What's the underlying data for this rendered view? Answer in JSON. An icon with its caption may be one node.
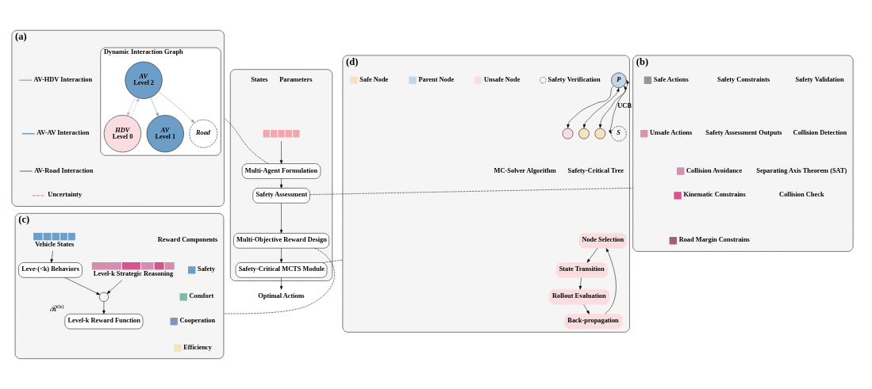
{
  "diagram": {
    "nodes": [
      {
        "text": [
          "(a)"
        ]
      },
      {
        "text": [
          "Dynamic Interaction Graph"
        ],
        "in": 0
      },
      {
        "text": [
          "AV",
          "Level 2"
        ],
        "in": 1
      },
      {
        "text": [
          "HDV",
          "Level 0"
        ],
        "in": 1
      },
      {
        "text": [
          "AV",
          "Level 1"
        ],
        "in": 1
      },
      {
        "text": [
          "Road"
        ],
        "in": 1
      },
      {
        "text": [],
        "shape": "box"
      },
      {
        "text": [],
        "shape": "bar",
        "in": 6
      },
      {
        "text": [
          "Multi-Agent Formulation"
        ],
        "in": 6
      },
      {
        "text": [
          "Safety Assessment"
        ],
        "in": 6
      },
      {
        "text": [
          "Multi-Objective Reward Design"
        ],
        "in": 6
      },
      {
        "text": [
          "Safety-Critical MCTS Module"
        ],
        "in": 6
      },
      {
        "text": [
          "Optimal Actions"
        ]
      },
      {
        "text": [
          "(b)"
        ]
      },
      {
        "text": [
          "(c)"
        ]
      },
      {
        "text": [
          "Level-k Reward Function"
        ],
        "beside": [
          "ℛ⁽ᵏ⁾"
        ],
        "in": 14
      },
      {
        "text": [],
        "shape": "circle",
        "in": 14
      },
      {
        "text": [
          "Leve-(<k) Behaviors"
        ],
        "in": 14
      },
      {
        "text": [],
        "shape": "bar",
        "beside": [
          "Vehicle States"
        ],
        "in": 14
      },
      {
        "text": [],
        "shape": "bar",
        "beside": [
          "Level-k Strategic Reasoning"
        ],
        "in": 14
      },
      {
        "text": [
          "(d)"
        ]
      },
      {
        "text": [
          "Node Selection"
        ],
        "in": 20
      },
      {
        "text": [
          "State Transition"
        ],
        "in": 20
      },
      {
        "text": [
          "Rollout Evaluation"
        ],
        "in": 20
      },
      {
        "text": [
          "Back-propagation"
        ],
        "in": 20
      },
      {
        "text": [
          "P"
        ],
        "in": 20
      },
      {
        "text": [
          "S"
        ],
        "in": 20
      },
      {
        "text": [],
        "shape": "circle",
        "in": 20
      },
      {
        "text": [],
        "shape": "circle",
        "in": 20
      },
      {
        "text": [],
        "shape": "circle",
        "in": 20
      }
    ],
    "edges": [
      {
        "from": 2,
        "to": 3,
        "arrow": "to",
        "color": "#c9a0c8"
      },
      {
        "from": 3,
        "to": 2,
        "arrow": "to",
        "style": "dashed",
        "color": "#c9a0c8"
      },
      {
        "from": 2,
        "to": 4,
        "arrow": "to",
        "color": "#6f9fc6"
      },
      {
        "from": 2,
        "to": 5,
        "arrow": "to",
        "color": "#8e9a96"
      },
      {
        "from": 7,
        "to": 8,
        "arrow": "to"
      },
      {
        "from": 8,
        "to": 9,
        "arrow": "to"
      },
      {
        "from": 9,
        "to": 10,
        "arrow": "to"
      },
      {
        "from": 10,
        "to": 11,
        "arrow": "to"
      },
      {
        "from": 11,
        "to": 12,
        "arrow": "to"
      },
      {
        "from": 8,
        "to": 0,
        "arrow": "none",
        "style": "dashed"
      },
      {
        "from": 9,
        "to": 13,
        "arrow": "none",
        "style": "dashed"
      },
      {
        "from": 10,
        "to": 14,
        "arrow": "none",
        "style": "dashed"
      },
      {
        "from": 11,
        "to": 20,
        "arrow": "none",
        "style": "dashed"
      },
      {
        "from": 18,
        "to": 17,
        "arrow": "to"
      },
      {
        "from": 17,
        "to": 16,
        "arrow": "to"
      },
      {
        "from": 19,
        "to": 16,
        "arrow": "to"
      },
      {
        "from": 16,
        "to": 15,
        "arrow": "to"
      },
      {
        "from": 21,
        "to": 22,
        "arrow": "to"
      },
      {
        "from": 22,
        "to": 23,
        "arrow": "to"
      },
      {
        "from": 23,
        "to": 24,
        "arrow": "to"
      },
      {
        "from": 24,
        "to": 21,
        "arrow": "to"
      },
      {
        "from": 25,
        "to": 26,
        "arrow": "both",
        "label": "UCB"
      },
      {
        "from": 25,
        "to": 27,
        "arrow": "to"
      },
      {
        "from": 25,
        "to": 28,
        "arrow": "both"
      },
      {
        "from": 25,
        "to": 29,
        "arrow": "both"
      }
    ],
    "labels": [
      "Parameters",
      "States",
      "Safety Validation",
      "Collision Detection",
      "Separating Axis Theorem (SAT)",
      "Collision Check",
      "Safety Constraints",
      "Safety Assessment Outputs",
      "Reward Components",
      "MC-Solver Algorithm",
      "Safety-Critical Tree"
    ],
    "legend": [
      {
        "text": "AV-HDV Interaction"
      },
      {
        "text": "AV-AV Interaction"
      },
      {
        "text": "AV-Road Interaction"
      },
      {
        "text": "Uncertainty"
      },
      {
        "text": "Safe Actions",
        "color": "#8e9a96"
      },
      {
        "text": "Unsafe Actions",
        "color": "#d795b0"
      },
      {
        "text": "Collision Avoidance",
        "color": "#d48fae"
      },
      {
        "text": "Kinematic Constrains",
        "color": "#d6558f"
      },
      {
        "text": "Road Margin Constrains",
        "color": "#a06078"
      },
      {
        "text": "Safety",
        "color": "#6d9ec8"
      },
      {
        "text": "Comfort",
        "color": "#7dbba6"
      },
      {
        "text": "Cooperation",
        "color": "#7c98b4"
      },
      {
        "text": "Efficiency",
        "color": "#f5e3c0"
      },
      {
        "text": "Safe Node",
        "color": "#f8e3c0"
      },
      {
        "text": "Parent Node",
        "color": "#c4d6e8"
      },
      {
        "text": "Unsafe Node",
        "color": "#f9dde0"
      },
      {
        "text": "Safety Verification"
      }
    ]
  }
}
